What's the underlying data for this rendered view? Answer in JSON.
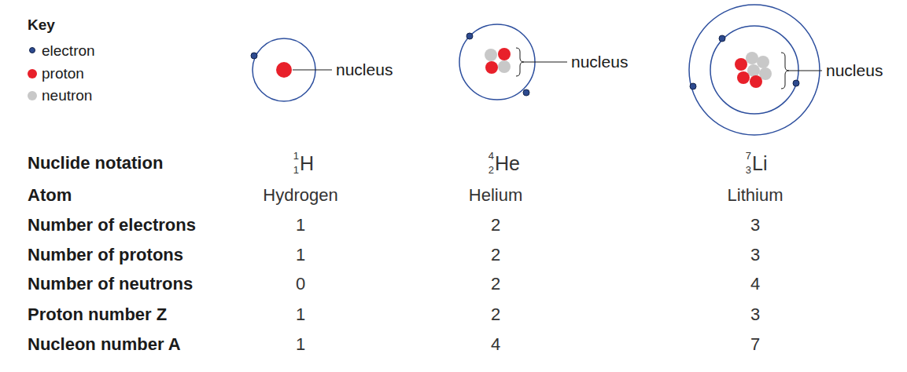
{
  "diagram": {
    "labels": [
      "Key",
      "nucleus",
      "nucleus",
      "nucleus",
      "Nuclide notation",
      "1",
      "1",
      "H",
      "4",
      "2",
      "He",
      "7",
      "3",
      "Li",
      "Atom",
      "Hydrogen",
      "Helium",
      "Lithium",
      "Number of electrons",
      "1",
      "2",
      "3",
      "Number of protons",
      "1",
      "2",
      "3",
      "Number of neutrons",
      "0",
      "2",
      "4",
      "Proton number Z",
      "1",
      "2",
      "3",
      "Nucleon number A",
      "1",
      "4",
      "7"
    ],
    "legend": [
      {
        "text": "electron",
        "color": "#2d4a8f"
      },
      {
        "text": "proton",
        "color": "#e8202a"
      },
      {
        "text": "neutron",
        "color": "#c8c8c8"
      }
    ]
  }
}
